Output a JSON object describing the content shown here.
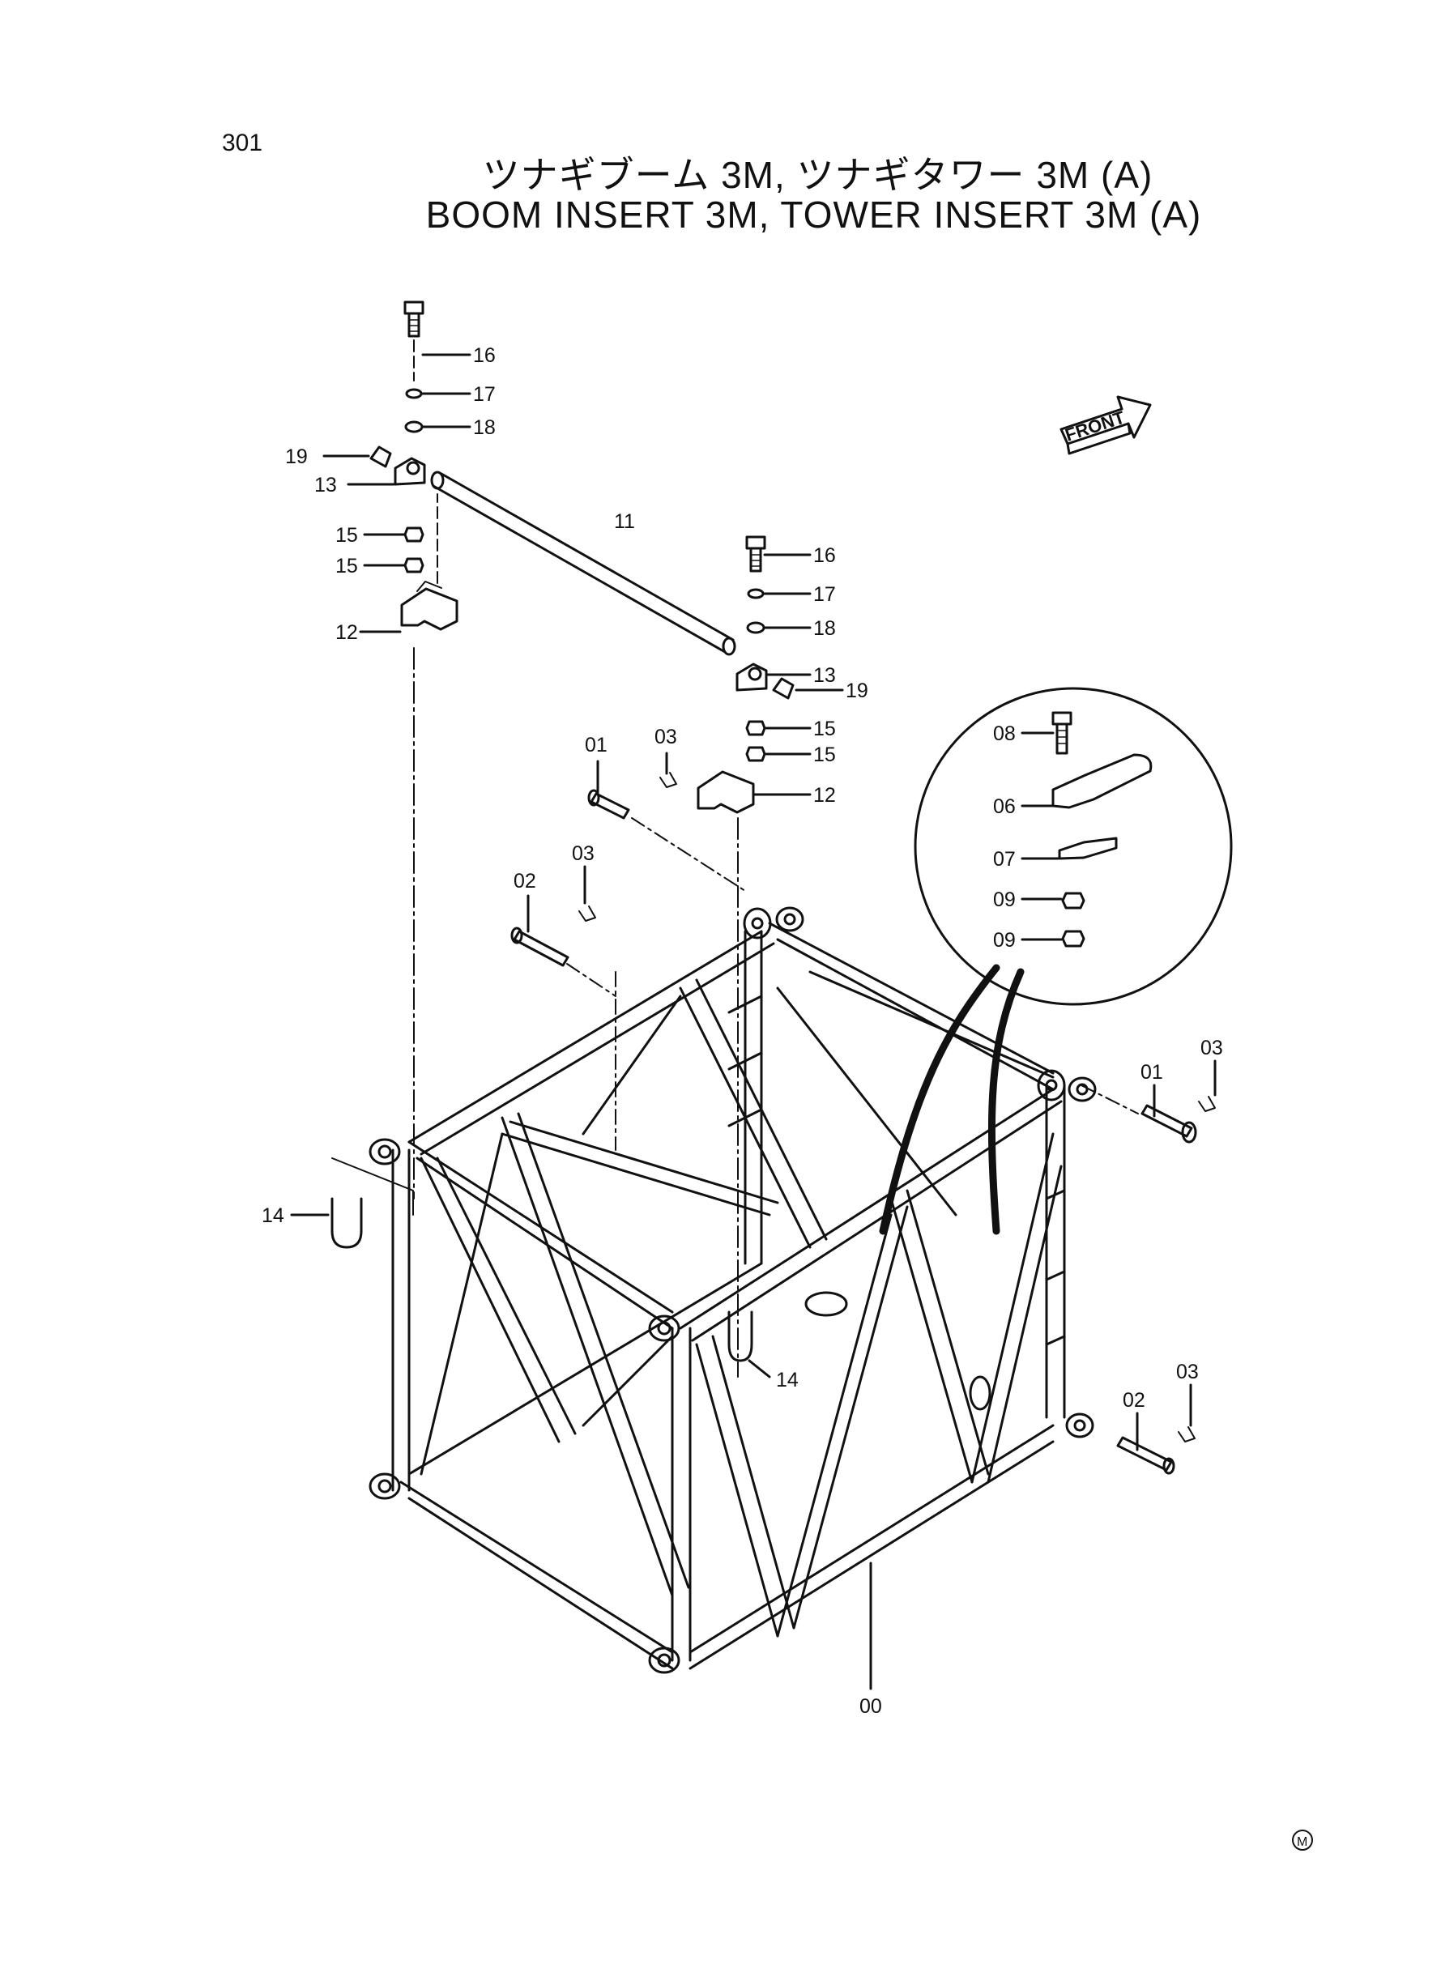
{
  "page_number": "301",
  "title_jp": "ツナギブーム 3M, ツナギタワー 3M (A)",
  "title_en": "BOOM INSERT 3M, TOWER INSERT 3M (A)",
  "front_label": "FRONT",
  "mark": "M",
  "labels": {
    "p00": "00",
    "p01a": "01",
    "p01b": "01",
    "p02a": "02",
    "p02b": "02",
    "p03a": "03",
    "p03b": "03",
    "p03c": "03",
    "p03d": "03",
    "p06": "06",
    "p07": "07",
    "p08": "08",
    "p09a": "09",
    "p09b": "09",
    "p11": "11",
    "p12a": "12",
    "p12b": "12",
    "p13a": "13",
    "p13b": "13",
    "p14a": "14",
    "p14b": "14",
    "p15a": "15",
    "p15b": "15",
    "p15c": "15",
    "p15d": "15",
    "p16a": "16",
    "p16b": "16",
    "p17a": "17",
    "p17b": "17",
    "p18a": "18",
    "p18b": "18",
    "p19a": "19",
    "p19b": "19"
  }
}
